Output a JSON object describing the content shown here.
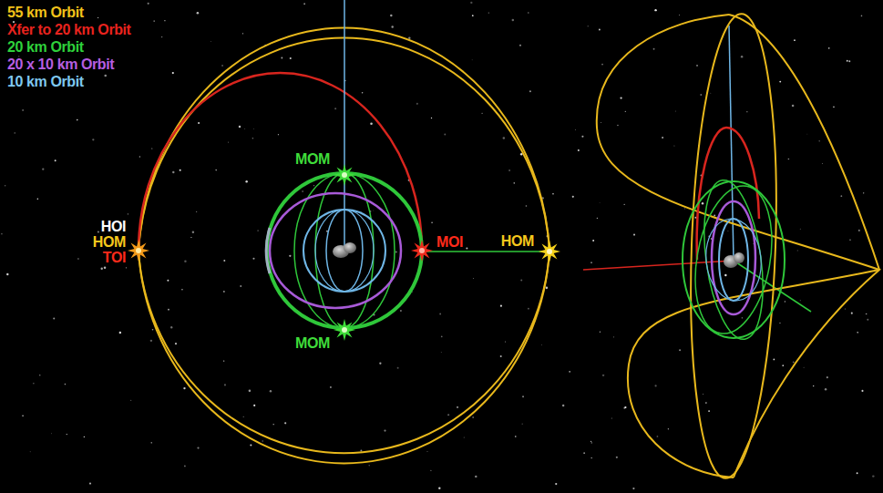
{
  "diagram": {
    "labels": [
      "HOI",
      "HOM",
      "TOI",
      "MOM",
      "MOM",
      "MOI",
      "HOM"
    ],
    "legend": [
      {
        "text": "55 km Orbit",
        "color": "#f2c21a"
      },
      {
        "text": "Xfer to 20 km Orbit",
        "color": "#e8231e"
      },
      {
        "text": "20 km Orbit",
        "color": "#2ed13b"
      },
      {
        "text": "20 x 10 km Orbit",
        "color": "#b65ee0"
      },
      {
        "text": "10 km Orbit",
        "color": "#7ec8f0"
      }
    ]
  }
}
